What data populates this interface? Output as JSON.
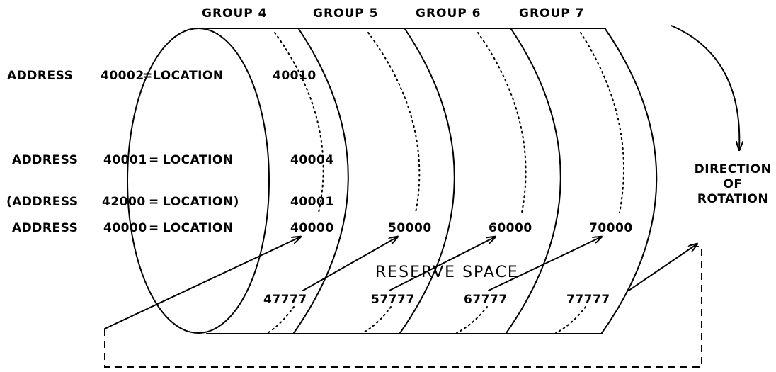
{
  "groups": [
    "GROUP 4",
    "GROUP 5",
    "GROUP 6",
    "GROUP 7"
  ],
  "address_rows": [
    {
      "address": "ADDRESS",
      "value": "40002",
      "eq": "=",
      "location": "LOCATION",
      "location_value": "40010"
    },
    {
      "address": "ADDRESS",
      "value": "40001",
      "eq": "=",
      "location": "LOCATION",
      "location_value": "40004"
    },
    {
      "address": "(ADDRESS",
      "value": "42000",
      "eq": "=",
      "location": "LOCATION)",
      "location_value": "40001"
    },
    {
      "address": "ADDRESS",
      "value": "40000",
      "eq": "=",
      "location": "LOCATION",
      "location_value": "40000"
    }
  ],
  "group_starts": [
    "50000",
    "60000",
    "70000"
  ],
  "group_ends": [
    "47777",
    "57777",
    "67777",
    "77777"
  ],
  "reserve_space": "RESERVE SPACE",
  "direction_label": [
    "DIRECTION",
    "OF",
    "ROTATION"
  ]
}
